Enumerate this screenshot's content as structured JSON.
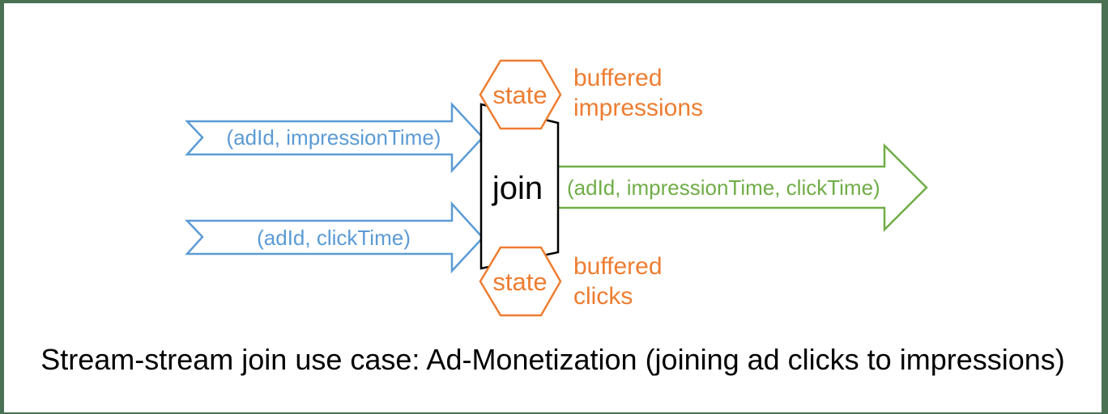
{
  "colors": {
    "blue": "#5B9BD5",
    "orange": "#ED7D31",
    "green": "#70AD47",
    "black": "#000000",
    "frame": "#4A7154"
  },
  "diagram": {
    "input_streams": [
      {
        "label": "(adId, impressionTime)"
      },
      {
        "label": "(adId, clickTime)"
      }
    ],
    "join_label": "join",
    "output_stream": {
      "label": "(adId, impressionTime, clickTime)"
    },
    "states": [
      {
        "label": "state",
        "annotation_line1": "buffered",
        "annotation_line2": "impressions"
      },
      {
        "label": "state",
        "annotation_line1": "buffered",
        "annotation_line2": "clicks"
      }
    ]
  },
  "caption": "Stream-stream join use case: Ad-Monetization (joining ad clicks to impressions)"
}
